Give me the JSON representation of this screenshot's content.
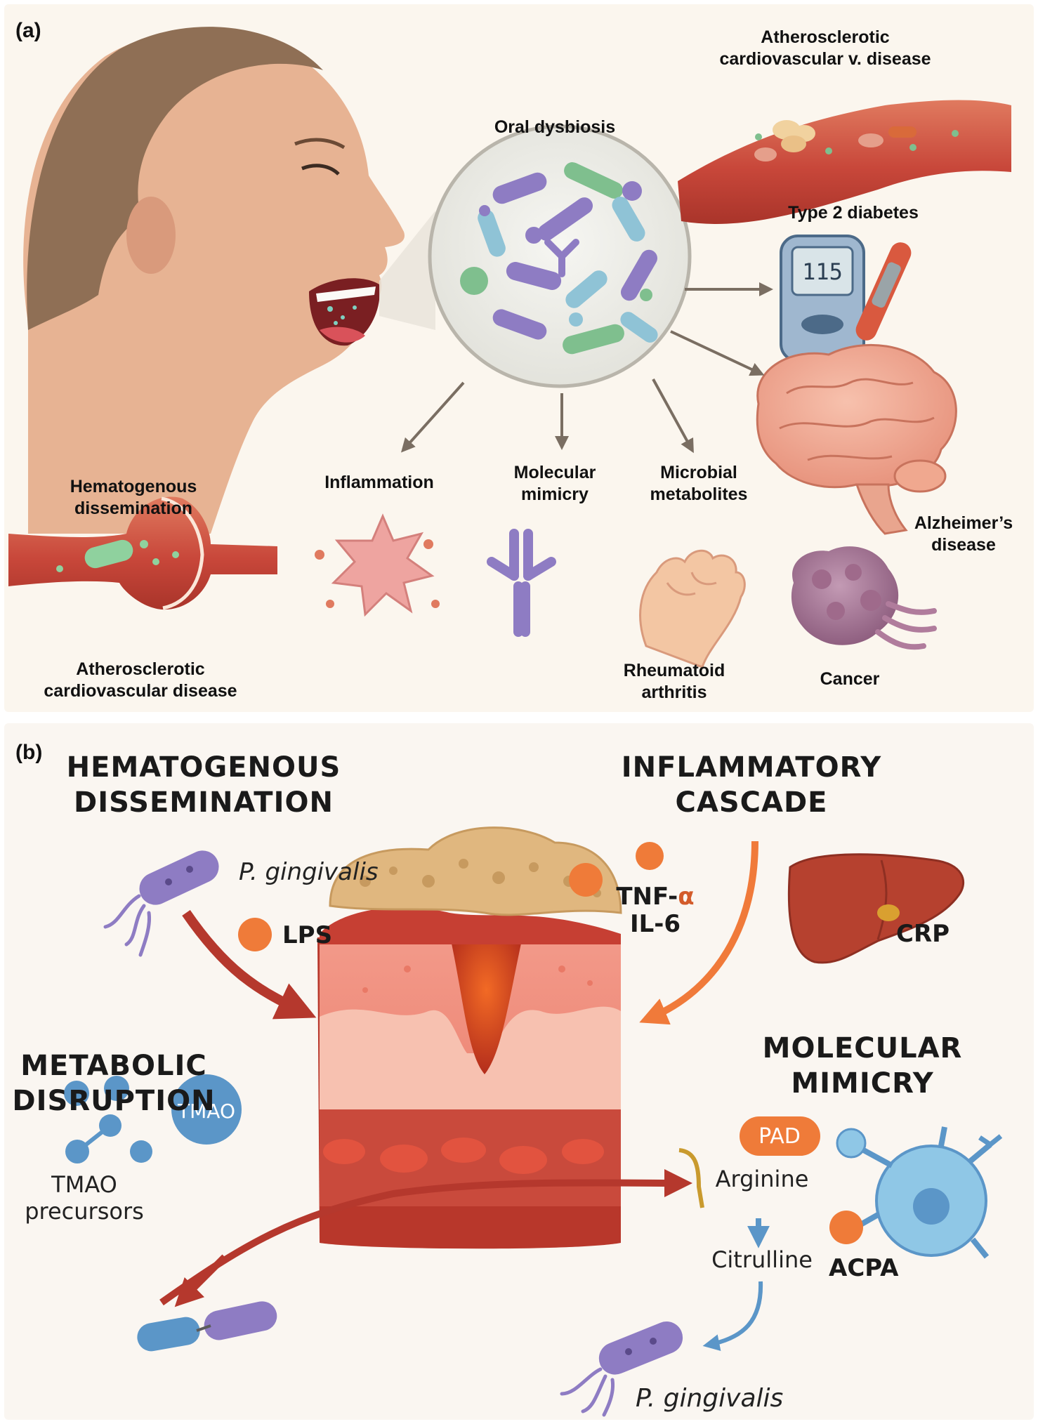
{
  "panels": {
    "a": {
      "label": "(a)",
      "center": "Oral dysbiosis",
      "vessel_top": [
        "Atherosclerotic",
        "cardiovascular v. disease"
      ],
      "diabetes": "Type 2 diabetes",
      "meter_reading": "115",
      "hematogenous": [
        "Hematogenous",
        "dissemination"
      ],
      "inflammation": "Inflammation",
      "molecular_mimicry": [
        "Molecular",
        "mimicry"
      ],
      "microbial_metabolites": [
        "Microbial",
        "metabolites"
      ],
      "alzheimers": [
        "Alzheimer’s",
        "disease"
      ],
      "athero_bottom": [
        "Atherosclerotic",
        "cardiovascular disease"
      ],
      "rheumatoid": [
        "Rheumatoid",
        "arthritis"
      ],
      "cancer": "Cancer"
    },
    "b": {
      "label": "(b)",
      "hematogenous": [
        "HEMATOGENOUS",
        "DISSEMINATION"
      ],
      "inflammatory": [
        "INFLAMMATORY",
        "CASCADE"
      ],
      "metabolic": [
        "METABOLIC",
        "DISRUPTION"
      ],
      "mimicry": [
        "MOLECULAR",
        "MIMICRY"
      ],
      "pg_genus": "P. ",
      "pg_species": "gingivalis",
      "lps": "LPS",
      "tnf": "TNF-",
      "alpha": "α",
      "il6": "IL-6",
      "crp": "CRP",
      "tmao": "TMAO",
      "tmao_precursors": [
        "TMAO",
        "precursors"
      ],
      "pad": "PAD",
      "arginine": "Arginine",
      "citrulline": "Citrulline",
      "acpa": "ACPA"
    }
  },
  "colors": {
    "bacteria_purple": "#8e7cc3",
    "bacteria_green": "#7fbf8e",
    "bacteria_blue": "#8fc3d6",
    "vessel_red": "#c8473a",
    "arrow_gray": "#7a6e62",
    "arrow_red": "#b5382d",
    "arrow_orange": "#f07a3a",
    "molecule_blue": "#5b96c8",
    "orange_ball": "#ef7b39"
  }
}
